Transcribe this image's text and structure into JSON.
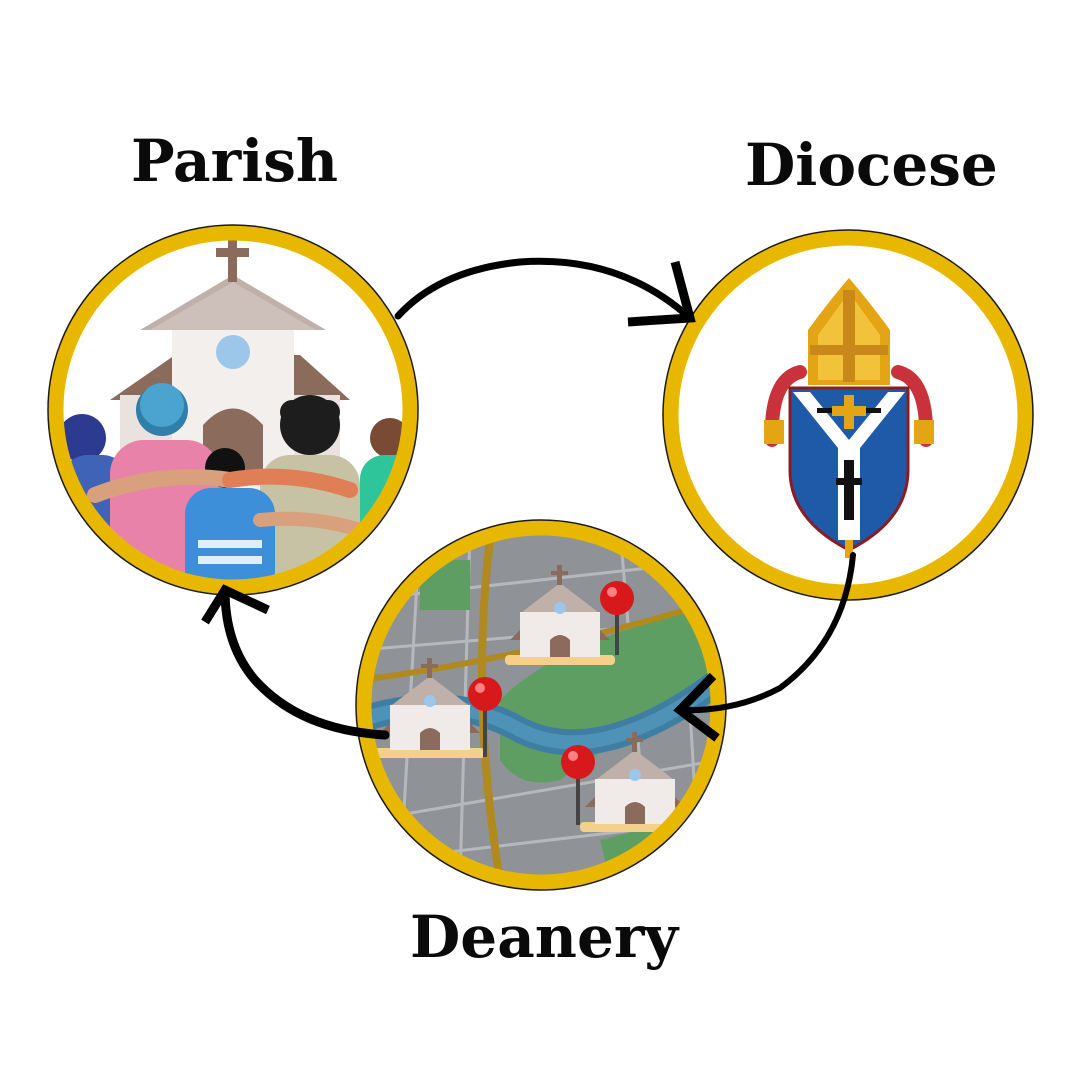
{
  "diagram": {
    "nodes": [
      {
        "id": "parish",
        "label": "Parish",
        "image": "church-congregation-illustration"
      },
      {
        "id": "diocese",
        "label": "Diocese",
        "image": "bishop-coat-of-arms"
      },
      {
        "id": "deanery",
        "label": "Deanery",
        "image": "map-with-churches-and-pins"
      }
    ],
    "edges": [
      {
        "from": "parish",
        "to": "diocese"
      },
      {
        "from": "diocese",
        "to": "deanery"
      },
      {
        "from": "deanery",
        "to": "parish"
      }
    ]
  },
  "colors": {
    "ring": "#e8b800",
    "arrow": "#000000",
    "label": "#0a0a0a"
  }
}
